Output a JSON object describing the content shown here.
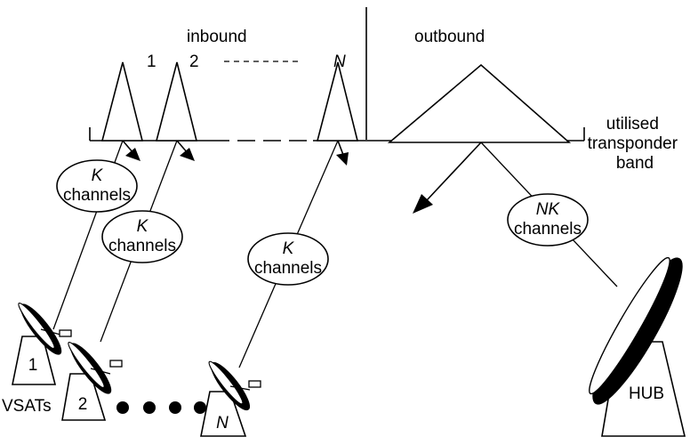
{
  "labels": {
    "inbound": "inbound",
    "outbound": "outbound",
    "carrier_1": "1",
    "carrier_2": "2",
    "carrier_n": "N",
    "band_line1": "utilised",
    "band_line2": "transponder",
    "band_line3": "band",
    "vsats": "VSATs",
    "vsat_1": "1",
    "vsat_2": "2",
    "vsat_n": "N",
    "hub": "HUB"
  },
  "bubbles": {
    "k1": {
      "top": "K",
      "bottom": "channels"
    },
    "k2": {
      "top": "K",
      "bottom": "channels"
    },
    "k3": {
      "top": "K",
      "bottom": "channels"
    },
    "nk": {
      "top": "NK",
      "bottom": "channels"
    }
  },
  "colors": {
    "ink": "#000000",
    "background": "#ffffff"
  }
}
